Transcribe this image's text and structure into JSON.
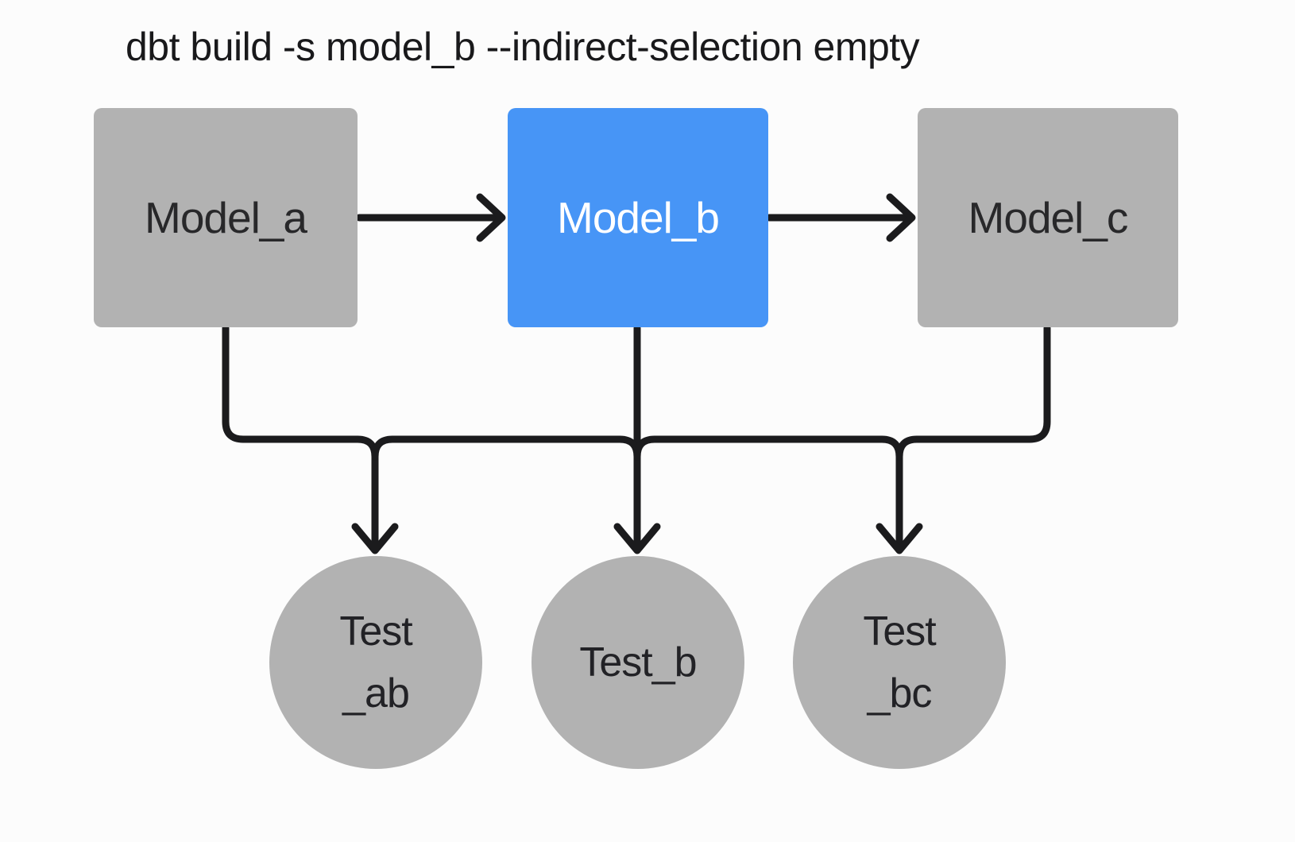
{
  "title": "dbt build -s model_b --indirect-selection empty",
  "colors": {
    "background": "#fcfcfc",
    "model_default": "#b2b2b2",
    "model_selected": "#4795f6",
    "test_default": "#b2b2b2",
    "edge": "#1b1b1d",
    "text_dark": "#19191b",
    "text_light": "#ffffff"
  },
  "diagram": {
    "models": [
      {
        "id": "model_a",
        "label": "Model_a",
        "selected": false
      },
      {
        "id": "model_b",
        "label": "Model_b",
        "selected": true
      },
      {
        "id": "model_c",
        "label": "Model_c",
        "selected": false
      }
    ],
    "tests": [
      {
        "id": "test_ab",
        "label_line1": "Test",
        "label_line2": "_ab"
      },
      {
        "id": "test_b",
        "label_line1": "Test_b",
        "label_line2": ""
      },
      {
        "id": "test_bc",
        "label_line1": "Test",
        "label_line2": "_bc"
      }
    ],
    "edges": [
      {
        "from": "model_a",
        "to": "model_b"
      },
      {
        "from": "model_b",
        "to": "model_c"
      },
      {
        "from": "model_a",
        "to": "test_ab"
      },
      {
        "from": "model_b",
        "to": "test_ab"
      },
      {
        "from": "model_b",
        "to": "test_b"
      },
      {
        "from": "model_b",
        "to": "test_bc"
      },
      {
        "from": "model_c",
        "to": "test_bc"
      }
    ]
  }
}
